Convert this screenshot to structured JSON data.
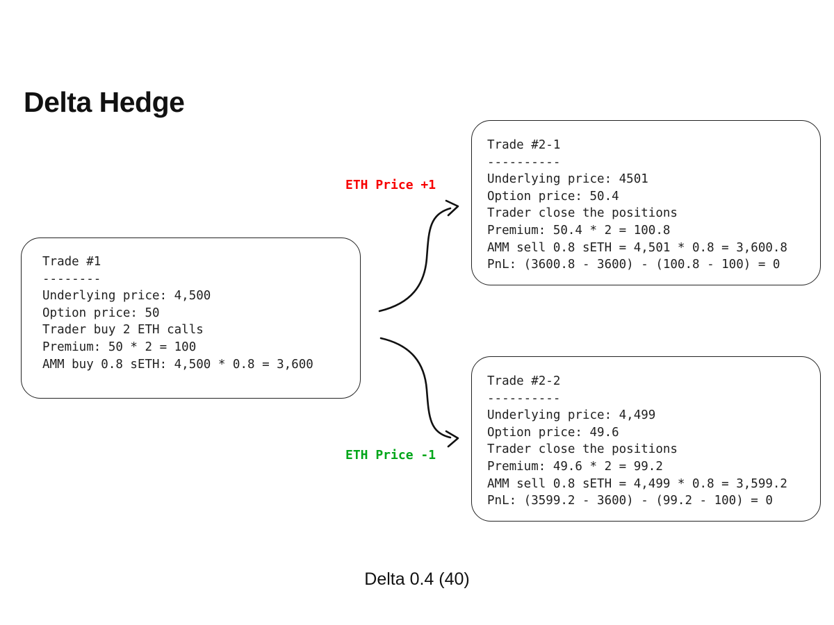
{
  "title": "Delta Hedge",
  "caption": "Delta 0.4 (40)",
  "flow_labels": {
    "up": {
      "text": "ETH Price +1",
      "color": "#f70000"
    },
    "down": {
      "text": "ETH Price -1",
      "color": "#00a619"
    }
  },
  "colors": {
    "box_border": "#222222",
    "text": "#212121",
    "arrow": "#111111"
  },
  "boxes": {
    "trade1": {
      "lines": [
        "Trade #1",
        "--------",
        "Underlying price: 4,500",
        "Option price: 50",
        "Trader buy 2 ETH calls",
        "Premium: 50 * 2 = 100",
        "AMM buy 0.8 sETH: 4,500 * 0.8 = 3,600"
      ]
    },
    "trade21": {
      "lines": [
        "Trade #2-1",
        "----------",
        "Underlying price: 4501",
        "Option price: 50.4",
        "Trader close the positions",
        "Premium: 50.4 * 2 = 100.8",
        "AMM sell 0.8 sETH = 4,501 * 0.8 = 3,600.8",
        "PnL: (3600.8 - 3600) - (100.8 - 100) = 0"
      ]
    },
    "trade22": {
      "lines": [
        "Trade #2-2",
        "----------",
        "Underlying price: 4,499",
        "Option price: 49.6",
        "Trader close the positions",
        "Premium: 49.6 * 2 = 99.2",
        "AMM sell 0.8 sETH = 4,499 * 0.8 = 3,599.2",
        "PnL: (3599.2 - 3600) - (99.2 - 100) = 0"
      ]
    }
  }
}
